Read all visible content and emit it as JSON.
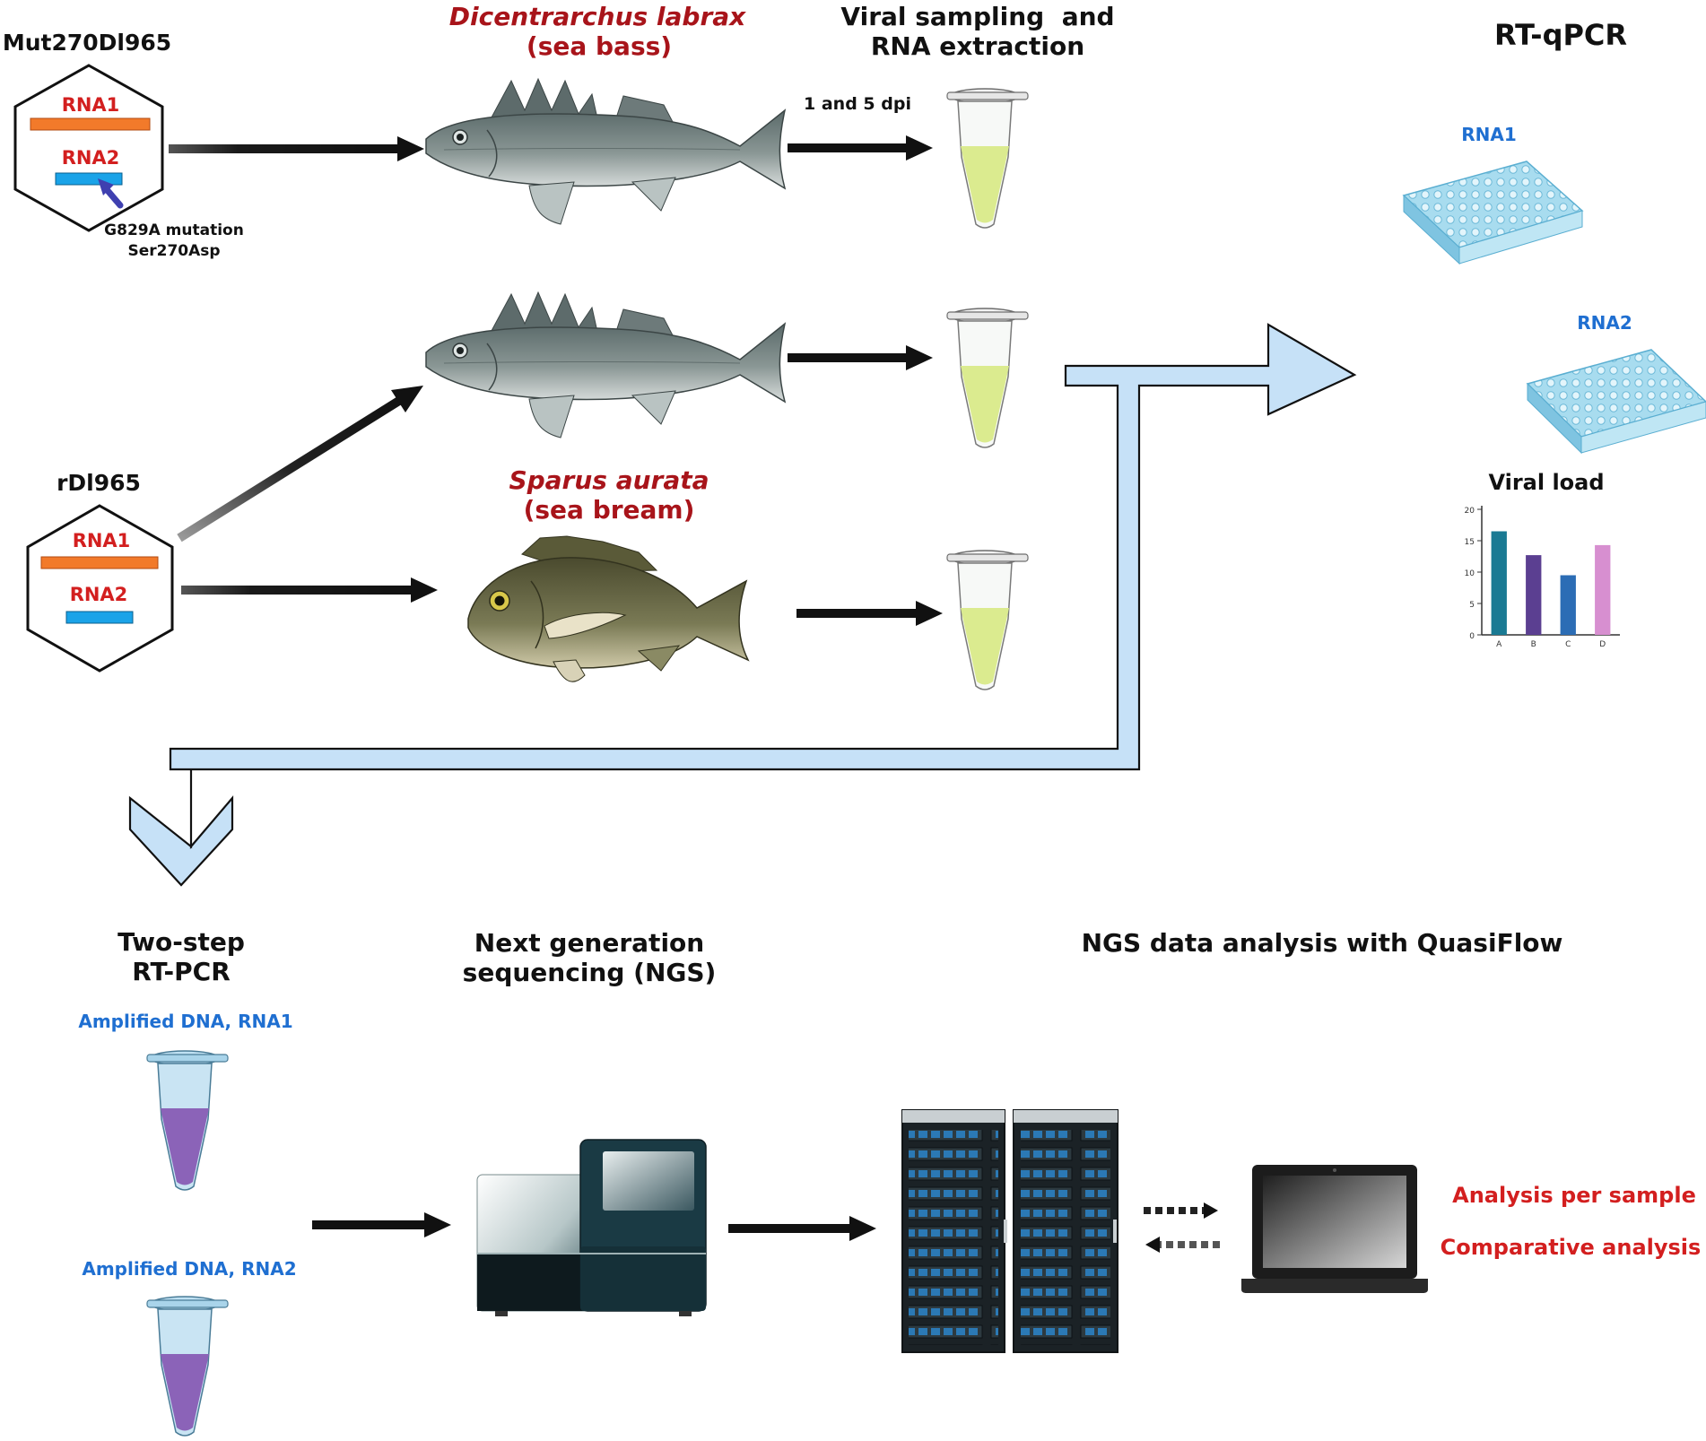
{
  "colors": {
    "text": "#111111",
    "red": "#d31f1f",
    "species_red": "#a8141a",
    "blue_label": "#1f6fd1",
    "rna1_bar": "#f27a2a",
    "rna2_bar": "#1aa3e8",
    "flow_arrow_fill": "#c6e1f7",
    "tube_liquid_green": "#dbeb8f",
    "tube_liquid_purple": "#8b63b8",
    "plate_blue": "#a8dcef"
  },
  "inputs": {
    "mutant": {
      "name": "Mut270Dl965",
      "rna1": "RNA1",
      "rna2": "RNA2",
      "mutation_line1": "G829A mutation",
      "mutation_line2": "Ser270Asp"
    },
    "wildtype": {
      "name": "rDl965",
      "rna1": "RNA1",
      "rna2": "RNA2"
    }
  },
  "hosts": {
    "sea_bass": {
      "latin": "Dicentrarchus labrax",
      "common": "(sea bass)"
    },
    "sea_bream": {
      "latin": "Sparus aurata",
      "common": "(sea bream)"
    }
  },
  "sampling": {
    "title_line1": "Viral sampling  and",
    "title_line2": "RNA extraction",
    "timepoints": "1 and 5 dpi"
  },
  "rtqpcr": {
    "title": "RT-qPCR",
    "plate1": "RNA1",
    "plate2": "RNA2",
    "viral_load_title": "Viral load"
  },
  "chart_data": {
    "type": "bar",
    "categories": [
      "A",
      "B",
      "C",
      "D"
    ],
    "values": [
      16.5,
      12.7,
      9.5,
      14.3
    ],
    "bar_colors": [
      "#1a7a93",
      "#5b3f91",
      "#2c6db5",
      "#d78fd0"
    ],
    "ylim": [
      0,
      20
    ],
    "yticks": [
      0,
      5,
      10,
      15,
      20
    ]
  },
  "rtpcr": {
    "title_line1": "Two-step",
    "title_line2": "RT-PCR",
    "dna1": "Amplified DNA, RNA1",
    "dna2": "Amplified DNA, RNA2"
  },
  "ngs": {
    "title_line1": "Next generation",
    "title_line2": "sequencing (NGS)"
  },
  "analysis": {
    "title": "NGS data analysis with QuasiFlow",
    "item1": "Analysis per sample",
    "item2": "Comparative analysis"
  }
}
